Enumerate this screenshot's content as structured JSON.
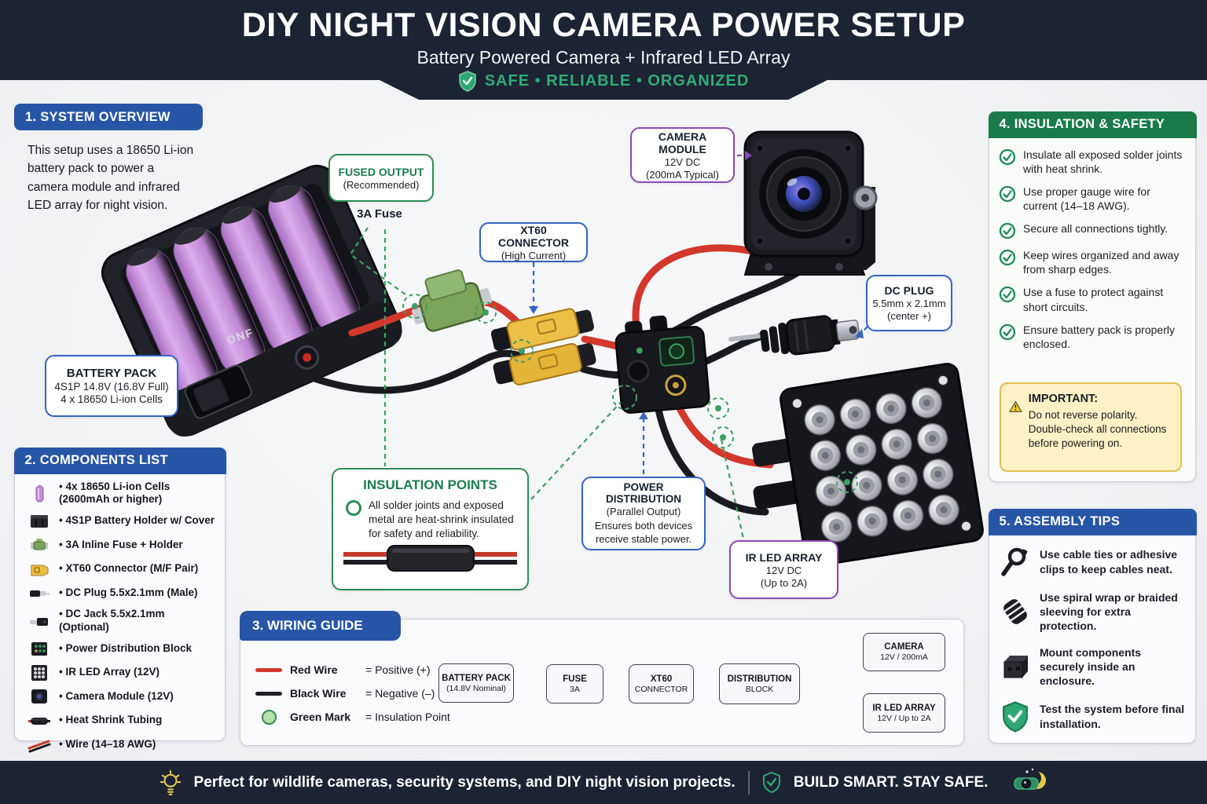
{
  "header": {
    "title": "DIY NIGHT VISION CAMERA POWER SETUP",
    "subtitle": "Battery Powered Camera + Infrared LED Array",
    "badge": "SAFE • RELIABLE • ORGANIZED"
  },
  "overview": {
    "title": "1. SYSTEM OVERVIEW",
    "body": "This setup uses a 18650 Li-ion battery pack to power a camera module and infrared LED array for night vision."
  },
  "components": {
    "title": "2. COMPONENTS LIST",
    "items": [
      {
        "icon": "battery-cell-icon",
        "label": "4x 18650 Li-ion Cells (2600mAh or higher)"
      },
      {
        "icon": "battery-holder-icon",
        "label": "4S1P Battery Holder w/ Cover"
      },
      {
        "icon": "inline-fuse-icon",
        "label": "3A Inline Fuse + Holder"
      },
      {
        "icon": "xt60-icon",
        "label": "XT60 Connector (M/F Pair)"
      },
      {
        "icon": "dc-plug-icon",
        "label": "DC Plug 5.5x2.1mm (Male)"
      },
      {
        "icon": "dc-jack-icon",
        "label": "DC Jack 5.5x2.1mm (Optional)"
      },
      {
        "icon": "distribution-block-icon",
        "label": "Power Distribution Block"
      },
      {
        "icon": "ir-led-array-icon",
        "label": "IR LED Array (12V)"
      },
      {
        "icon": "camera-module-icon",
        "label": "Camera Module (12V)"
      },
      {
        "icon": "heat-shrink-icon",
        "label": "Heat Shrink Tubing"
      },
      {
        "icon": "wire-icon",
        "label": "Wire (14–18 AWG)"
      }
    ]
  },
  "wiring": {
    "title": "3. WIRING GUIDE",
    "legend": [
      {
        "swatch": "red-line",
        "name": "Red Wire",
        "meaning": "= Positive (+)"
      },
      {
        "swatch": "black-line",
        "name": "Black Wire",
        "meaning": "= Negative (–)"
      },
      {
        "swatch": "green-circle",
        "name": "Green Mark",
        "meaning": "= Insulation Point"
      }
    ],
    "flow": [
      {
        "line1": "BATTERY PACK",
        "line2": "(14.8V Nominal)"
      },
      {
        "line1": "FUSE",
        "line2": "3A"
      },
      {
        "line1": "XT60",
        "line2": "CONNECTOR"
      },
      {
        "line1": "DISTRIBUTION",
        "line2": "BLOCK"
      },
      {
        "line1": "CAMERA",
        "line2": "12V / 200mA"
      },
      {
        "line1": "IR LED ARRAY",
        "line2": "12V / Up to 2A"
      }
    ]
  },
  "safety": {
    "title": "4. INSULATION & SAFETY",
    "items": [
      "Insulate all exposed solder joints with heat shrink.",
      "Use proper gauge wire for current (14–18 AWG).",
      "Secure all connections tightly.",
      "Keep wires organized and away from sharp edges.",
      "Use a fuse to protect against short circuits.",
      "Ensure battery pack is properly enclosed."
    ],
    "important": {
      "title": "IMPORTANT:",
      "body": "Do not reverse polarity. Double-check all connections before powering on."
    }
  },
  "tips": {
    "title": "5. ASSEMBLY TIPS",
    "items": [
      {
        "icon": "cable-tie-icon",
        "label": "Use cable ties or adhesive clips to keep cables neat."
      },
      {
        "icon": "spiral-wrap-icon",
        "label": "Use spiral wrap or braided sleeving for extra protection."
      },
      {
        "icon": "enclosure-icon",
        "label": "Mount components securely inside an enclosure."
      },
      {
        "icon": "shield-check-icon",
        "label": "Test the system before final installation."
      }
    ]
  },
  "callouts": {
    "fused_output": {
      "title": "FUSED OUTPUT",
      "line2": "(Recommended)",
      "note": "3A Fuse"
    },
    "xt60": {
      "title": "XT60 CONNECTOR",
      "line2": "(High Current)"
    },
    "camera": {
      "title": "CAMERA MODULE",
      "line2": "12V DC",
      "line3": "(200mA Typical)"
    },
    "dc_plug": {
      "title": "DC PLUG",
      "line2": "5.5mm x 2.1mm",
      "line3": "(center +)"
    },
    "battery_pack": {
      "title": "BATTERY PACK",
      "line2": "4S1P 14.8V (16.8V Full)",
      "line3": "4 x 18650 Li-ion Cells"
    },
    "insulation": {
      "title": "INSULATION POINTS",
      "body": "All solder joints and exposed metal are heat-shrink insulated for safety and reliability."
    },
    "power_dist": {
      "title": "POWER DISTRIBUTION",
      "line2": "(Parallel Output)",
      "body": "Ensures both devices receive stable power."
    },
    "ir_led": {
      "title": "IR LED ARRAY",
      "line2": "12V DC",
      "line3": "(Up to 2A)"
    }
  },
  "illustration": {
    "switch_label": "ONF"
  },
  "footer": {
    "left": "Perfect for wildlife cameras, security systems, and DIY night vision projects.",
    "right": "BUILD SMART. STAY SAFE."
  },
  "colors": {
    "navy": "#1c2433",
    "panel_blue": "#2856a6",
    "panel_green": "#1a7a4b",
    "accent_green": "#31ab77",
    "red_wire": "#d2382b",
    "purple": "#8a4bb0",
    "xt60_yellow": "#ecbf45",
    "cell_purple": "#c78cd8",
    "warning_yellow": "#fdf1c5"
  }
}
